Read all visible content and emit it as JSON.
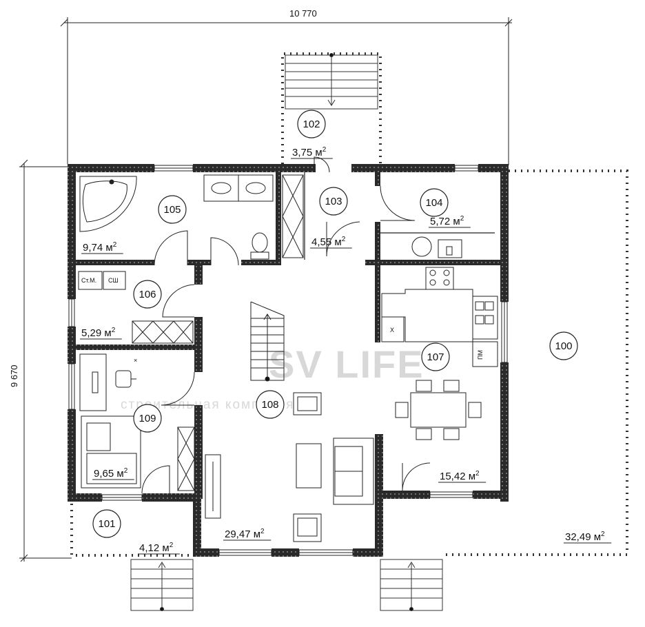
{
  "dimensions": {
    "width": "10 770",
    "height": "9 670"
  },
  "rooms": [
    {
      "num": "100",
      "area": "32,49",
      "unit": "м"
    },
    {
      "num": "101",
      "area": "4,12",
      "unit": "м"
    },
    {
      "num": "102",
      "area": "3,75",
      "unit": "м"
    },
    {
      "num": "103",
      "area": "4,55",
      "unit": "м"
    },
    {
      "num": "104",
      "area": "5,72",
      "unit": "м"
    },
    {
      "num": "105",
      "area": "9,74",
      "unit": "м"
    },
    {
      "num": "106",
      "area": "5,29",
      "unit": "м"
    },
    {
      "num": "107",
      "area": "15,42",
      "unit": "м"
    },
    {
      "num": "108",
      "area": "29,47",
      "unit": "м"
    },
    {
      "num": "109",
      "area": "9,65",
      "unit": "м"
    }
  ],
  "labels": {
    "washer": "Ст.М.",
    "dryer": "СШ",
    "dishwasher": "ПМ",
    "fridge": "Х",
    "cross": "×"
  },
  "watermark": {
    "brand": "SV LIFE",
    "tagline": "строительная компания"
  }
}
